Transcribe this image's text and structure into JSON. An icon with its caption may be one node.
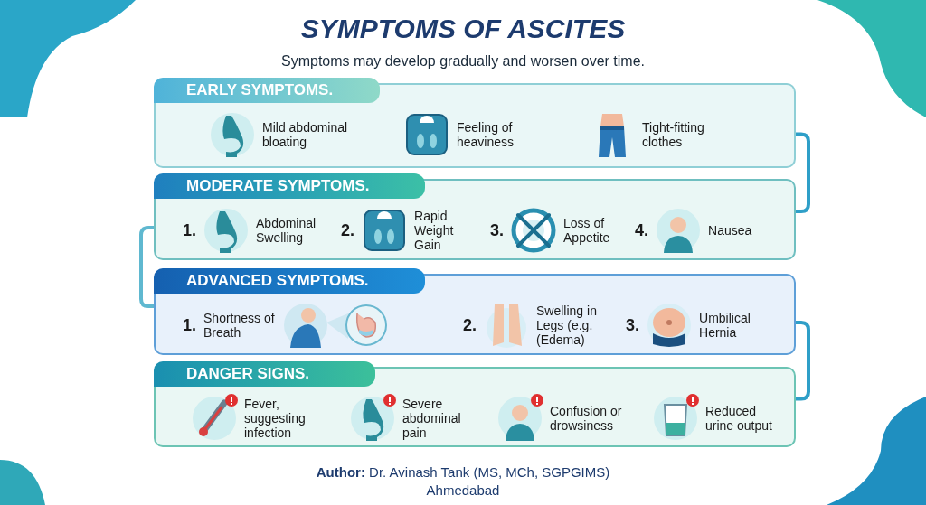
{
  "diagram": {
    "title": "SYMPTOMS OF ASCITES",
    "nodes": [
      {
        "text": [
          "EARLY SYMPTOMS."
        ]
      },
      {
        "text": [
          "Mild abdominal bloating"
        ],
        "in": 0
      },
      {
        "text": [
          "Feeling of heaviness"
        ],
        "in": 0
      },
      {
        "text": [
          "Tight-fitting clothes"
        ],
        "in": 0
      },
      {
        "text": [
          "MODERATE SYMPTOMS."
        ]
      },
      {
        "text": [
          "Abdominal Swelling"
        ],
        "in": 4,
        "beside": [
          "1."
        ]
      },
      {
        "text": [
          "Rapid Weight Gain"
        ],
        "in": 4,
        "beside": [
          "2."
        ]
      },
      {
        "text": [
          "Loss of Appetite"
        ],
        "in": 4,
        "beside": [
          "3."
        ]
      },
      {
        "text": [
          "Nausea"
        ],
        "in": 4,
        "beside": [
          "4."
        ]
      },
      {
        "text": [
          "ADVANCED SYMPTOMS."
        ]
      },
      {
        "text": [
          "Shortness of Breath"
        ],
        "in": 9,
        "beside": [
          "1."
        ]
      },
      {
        "text": [
          "Swelling in Legs (e.g. (Edema)"
        ],
        "in": 9,
        "beside": [
          "2."
        ]
      },
      {
        "text": [
          "Umbilical Hernia"
        ],
        "in": 9,
        "beside": [
          "3."
        ]
      },
      {
        "text": [
          "DANGER SIGNS."
        ]
      },
      {
        "text": [
          "Fever, suggesting infection"
        ],
        "in": 13
      },
      {
        "text": [
          "Severe abdominal pain"
        ],
        "in": 13
      },
      {
        "text": [
          "Confusion or drowsiness"
        ],
        "in": 13
      },
      {
        "text": [
          "Reduced urine output"
        ],
        "in": 13
      }
    ],
    "edges": [
      {
        "from": 0,
        "to": 4,
        "arrow": "none"
      },
      {
        "from": 4,
        "to": 9,
        "arrow": "none"
      },
      {
        "from": 9,
        "to": 13,
        "arrow": "none"
      }
    ],
    "labels": [
      "Symptoms may develop gradually and worsen over time.",
      "**Author:** Dr. Avinash Tank (MS, MCh, SGPGIMS)",
      "Ahmedabad"
    ]
  }
}
